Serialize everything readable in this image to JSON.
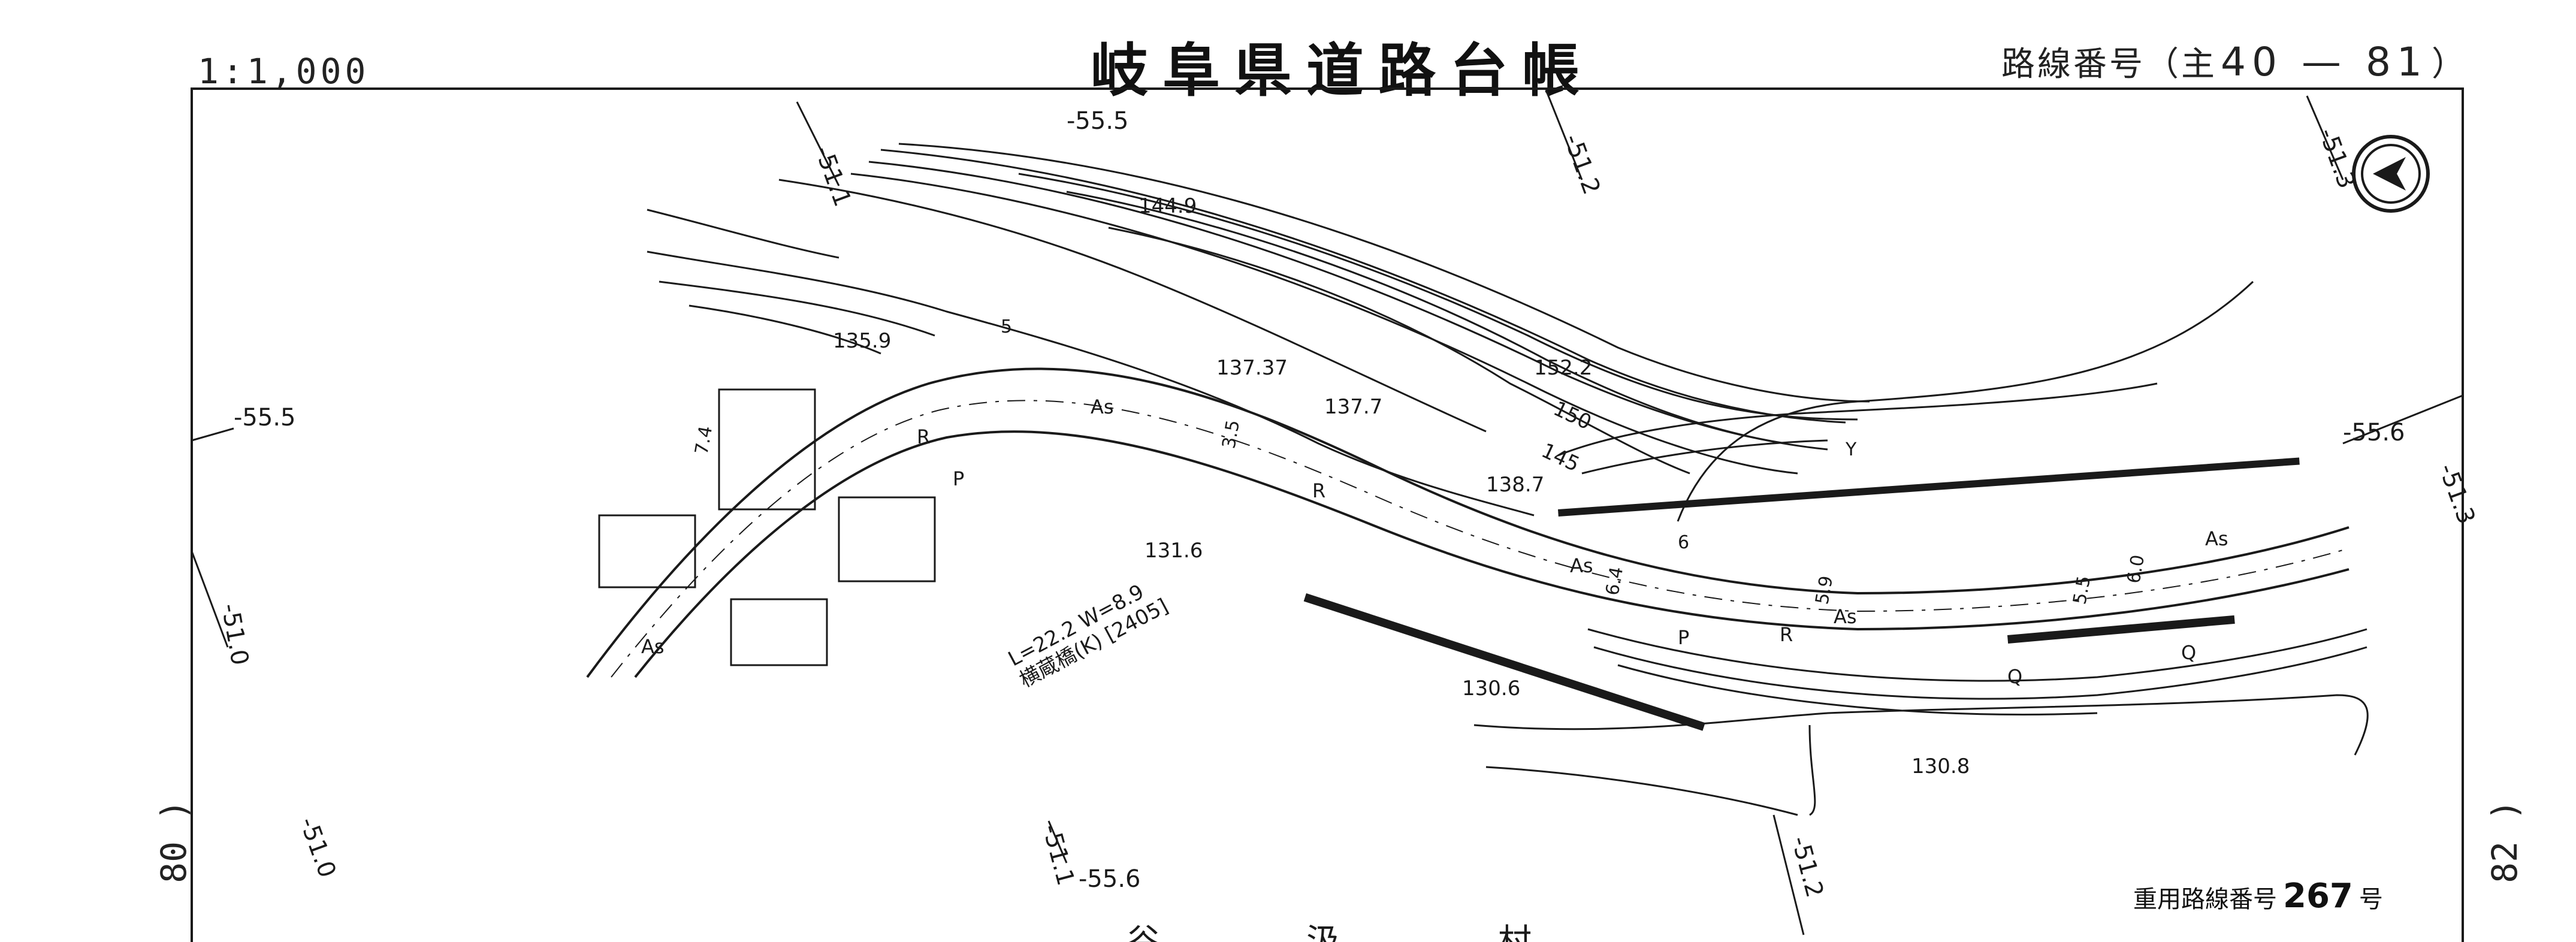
{
  "header": {
    "title": "岐阜県道路台帳",
    "scale": "1:1,000",
    "route_prefix": "路線番号（主",
    "route_number": "40 — 81",
    "route_suffix": "）"
  },
  "overlap_route": {
    "prefix": "重用路線番号",
    "number": "267",
    "suffix": "号"
  },
  "side_labels": {
    "left": "80 )",
    "right": "82 )"
  },
  "bottom_text": [
    "谷",
    "汲",
    "村"
  ],
  "grid_labels": [
    "-55.5",
    "-55.5",
    "-55.6",
    "-55.6",
    "-51.1",
    "-51.2",
    "-51.3",
    "-51.3",
    "-51.0",
    "-51.0",
    "-51.1",
    "-51.2"
  ],
  "elevations": [
    "144.9",
    "135.9",
    "137.37",
    "137.7",
    "152.2",
    "150",
    "145",
    "138.7",
    "131.6",
    "130.6",
    "130.8"
  ],
  "bridge": {
    "line1": "L=22.2 W=8.9",
    "line2": "横蔵橋(K) [2405]"
  },
  "road_labels": [
    "As",
    "As",
    "As",
    "As",
    "As",
    "R",
    "R",
    "R",
    "P",
    "P",
    "Q",
    "Q"
  ],
  "small_marks": [
    "5",
    "6",
    "6.4",
    "3.5",
    "5.9",
    "6.0",
    "5.5",
    "7.4",
    "Y"
  ],
  "colors": {
    "ink": "#1a1a1a",
    "paper": "#ffffff"
  },
  "icons": [
    "north-arrow-icon"
  ]
}
